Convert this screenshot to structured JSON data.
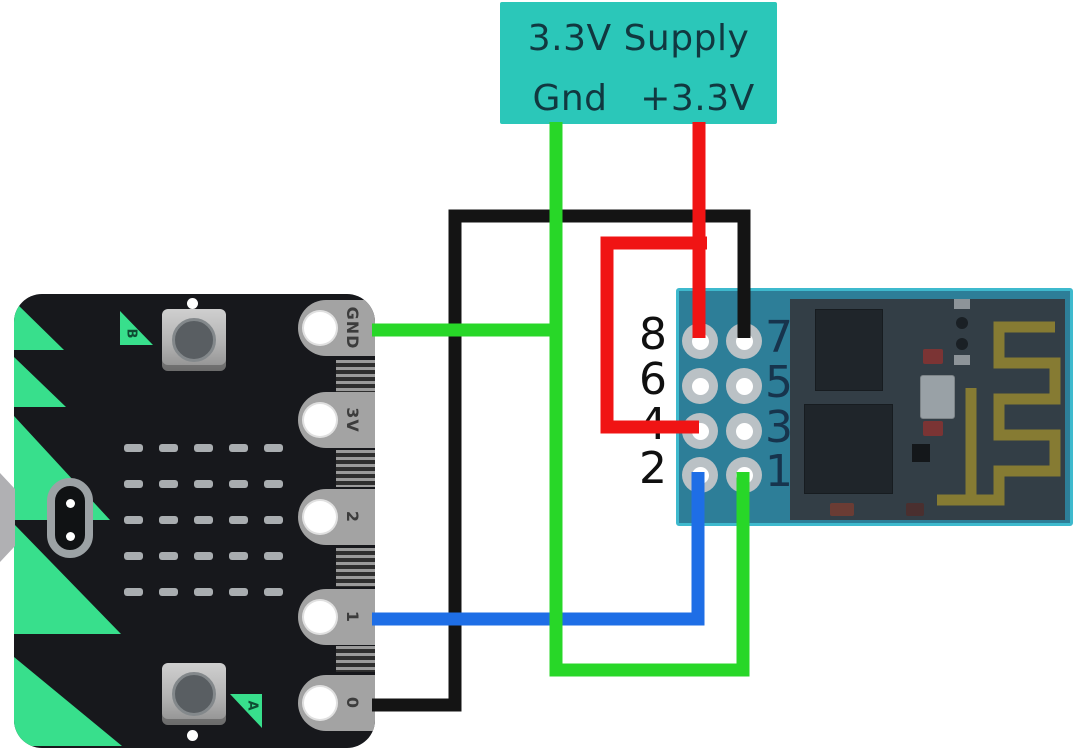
{
  "supply": {
    "title": "3.3V Supply",
    "pin_labels": {
      "gnd": "Gnd",
      "vcc": "+3.3V"
    }
  },
  "microbit": {
    "pins": [
      "GND",
      "3V",
      "2",
      "1",
      "0"
    ],
    "button_markers": {
      "top": "B",
      "bottom": "A"
    }
  },
  "esp": {
    "left_pin_labels": [
      "8",
      "6",
      "4",
      "2"
    ],
    "right_pin_labels": [
      "7",
      "5",
      "3",
      "1"
    ]
  },
  "wires": {
    "ground": {
      "color": "#28D728"
    },
    "power": {
      "color": "#F01414"
    },
    "signal_black": {
      "color": "#141414"
    },
    "signal_blue": {
      "color": "#1E6EE6"
    }
  },
  "colors": {
    "supply_box": "#2BC7B9",
    "microbit_accent": "#38DF8C",
    "esp_board": "#2D7E98",
    "esp_antenna": "#867B33"
  }
}
